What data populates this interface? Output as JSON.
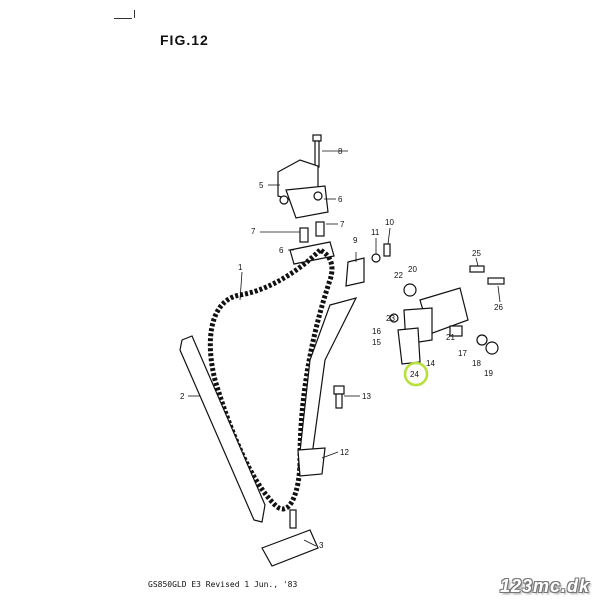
{
  "title": "FIG.12",
  "footer": "GS850GLD E3  Revised 1 Jun., '83",
  "watermark": "123mc.dk",
  "highlight_color": "#b8e03a",
  "callouts": {
    "c1": "1",
    "c2": "2",
    "c3": "3",
    "c5": "5",
    "c6a": "6",
    "c6b": "6",
    "c7a": "7",
    "c7b": "7",
    "c8": "8",
    "c9": "9",
    "c10": "10",
    "c11": "11",
    "c12": "12",
    "c13": "13",
    "c14": "14",
    "c15": "15",
    "c16": "16",
    "c17": "17",
    "c18": "18",
    "c19": "19",
    "c20": "20",
    "c21": "21",
    "c22": "22",
    "c23": "23",
    "c24": "24",
    "c25": "25",
    "c26": "26"
  }
}
